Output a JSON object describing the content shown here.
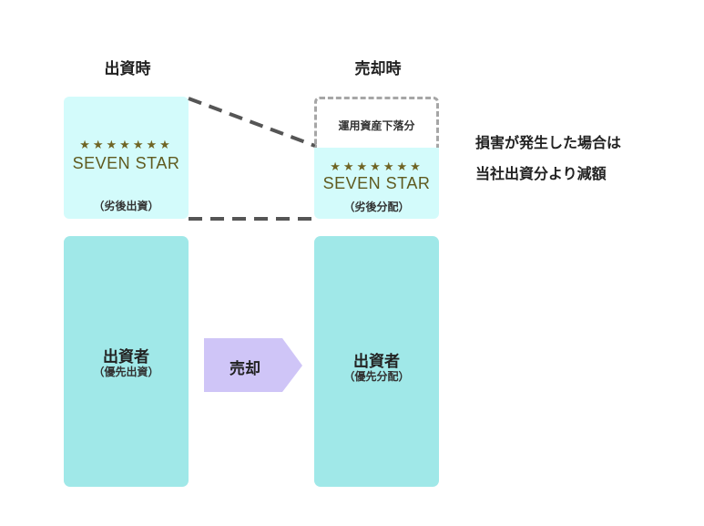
{
  "headings": {
    "before": "出資時",
    "after": "売却時"
  },
  "stars": "★★★★★★★",
  "logo_text": "SEVEN STAR",
  "before": {
    "sub_label": "（劣後出資）",
    "investor": "出資者",
    "investor_sub": "（優先出資）"
  },
  "after": {
    "loss_label": "運用資産下落分",
    "sub_label": "（劣後分配）",
    "investor": "出資者",
    "investor_sub": "（優先分配）"
  },
  "arrow_label": "売却",
  "note": {
    "line1": "損害が発生した場合は",
    "line2": "当社出資分より減額"
  },
  "colors": {
    "light_box": "#d3fbfb",
    "main_box": "#a0e8e8",
    "arrow": "#cfc5f7",
    "dashed": "#a6a6a6",
    "logo": "#5f5a1f"
  }
}
